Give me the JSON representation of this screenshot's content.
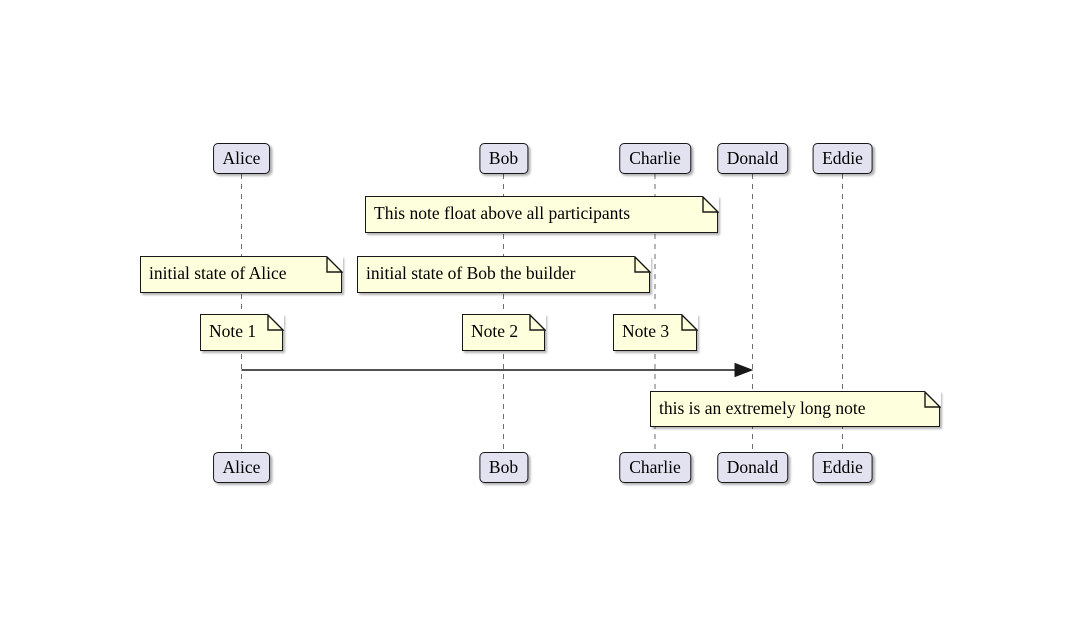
{
  "diagram": {
    "type": "sequence-diagram",
    "participants": [
      {
        "name": "Alice"
      },
      {
        "name": "Bob"
      },
      {
        "name": "Charlie"
      },
      {
        "name": "Donald"
      },
      {
        "name": "Eddie"
      }
    ],
    "notes": [
      {
        "text": "This note float above all participants"
      },
      {
        "text": "initial state of Alice"
      },
      {
        "text": "initial state of Bob the builder"
      },
      {
        "text": "Note 1"
      },
      {
        "text": "Note 2"
      },
      {
        "text": "Note 3"
      },
      {
        "text": "this is an extremely long note"
      }
    ],
    "messages": [
      {
        "from": "Alice",
        "to": "Donald",
        "label": ""
      }
    ],
    "colors": {
      "participant_fill": "#E2E2F0",
      "note_fill": "#FEFFDD",
      "border": "#181818",
      "lifeline": "#6E6E6E",
      "text": "#000000"
    }
  }
}
